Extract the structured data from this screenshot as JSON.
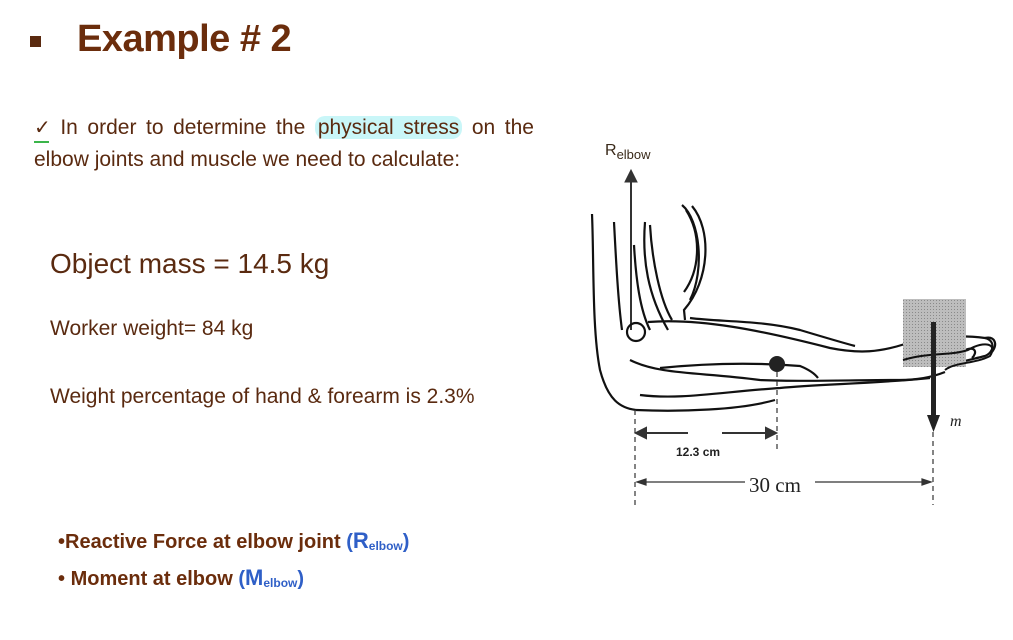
{
  "slide": {
    "title": "Example # 2",
    "intro": {
      "check_icon": "✓",
      "before": " In order to determine the ",
      "highlight": "physical stress",
      "after": " on the elbow joints and muscle we need to calculate:"
    },
    "given": {
      "object_mass": "Object mass = 14.5 kg",
      "worker_weight": "Worker weight= 84 kg",
      "weight_percentage": "Weight percentage of hand & forearm is 2.3%"
    },
    "requirements": [
      {
        "bullet": "•",
        "text": "Reactive Force at elbow joint ",
        "symbol": "R",
        "subscript": "elbow"
      },
      {
        "bullet": "• ",
        "text": "Moment at elbow ",
        "symbol": "M",
        "subscript": "elbow"
      }
    ],
    "diagram": {
      "force_label": "R",
      "force_subscript": "elbow",
      "distance_center_of_mass": "12.3 cm",
      "distance_load": "30 cm",
      "mass_label": "m"
    },
    "colors": {
      "text_brown": "#5a2a10",
      "title_brown": "#6b2d0c",
      "accent_blue": "#2f5fc7",
      "highlight_cyan": "#c9f6f8",
      "check_underline_green": "#3bb54a"
    }
  }
}
